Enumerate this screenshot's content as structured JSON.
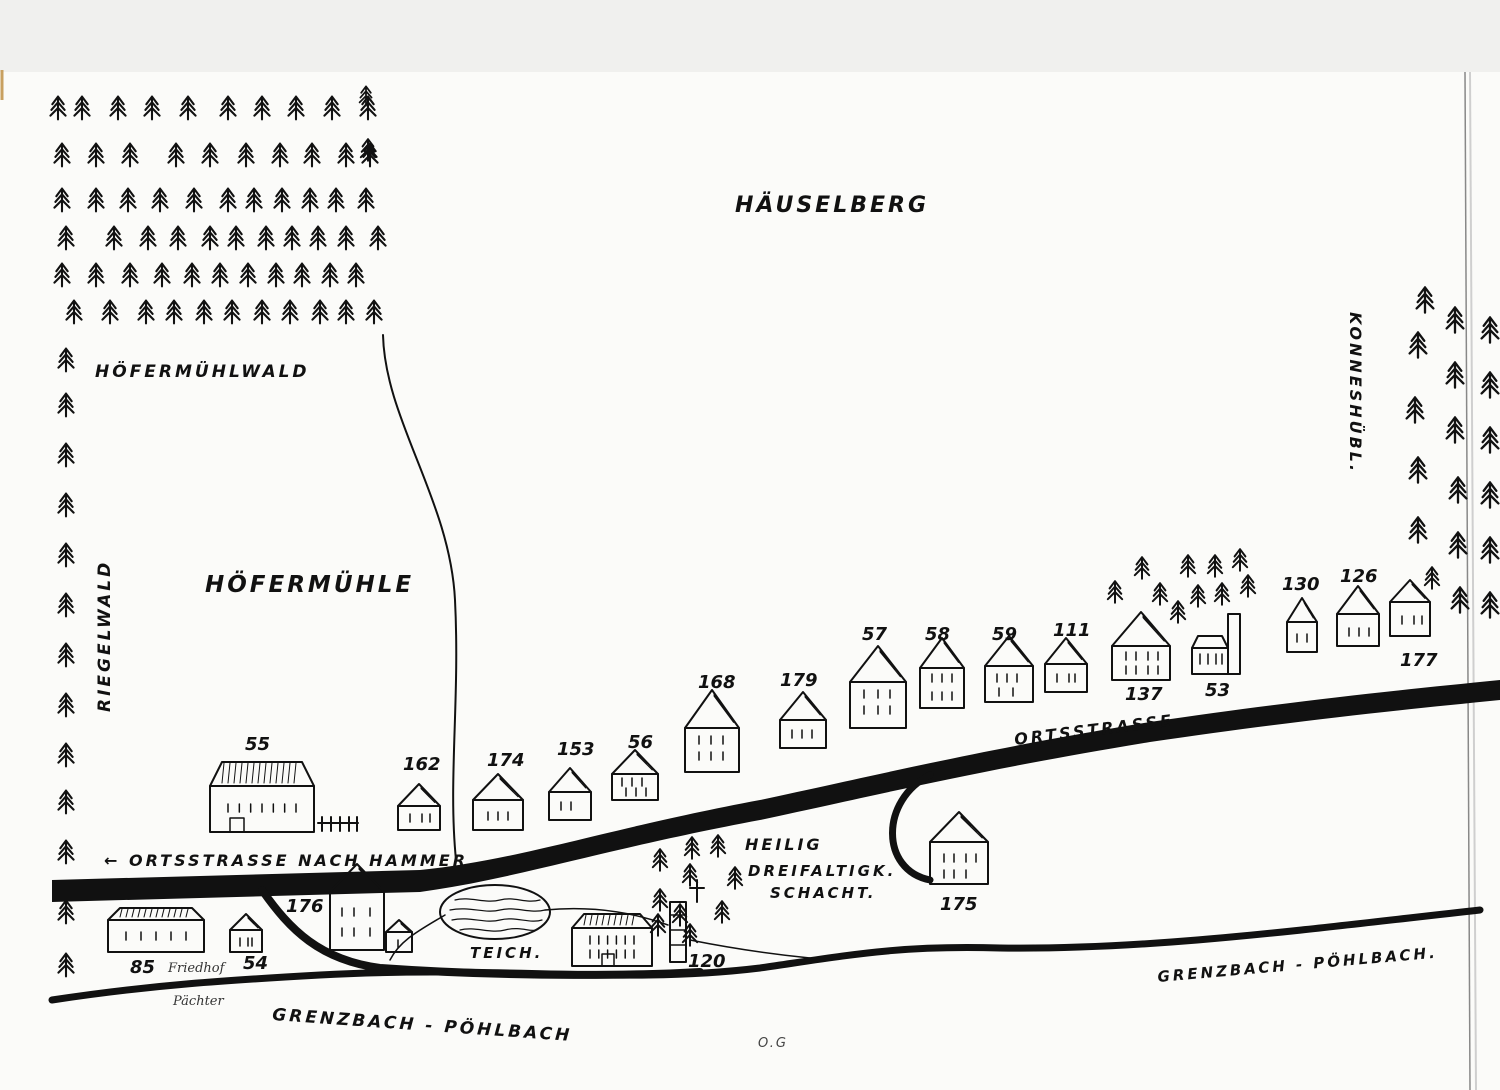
{
  "labels": {
    "hill": "HÄUSELBERG",
    "forest_north": "HÖFERMÜHLWALD",
    "settlement": "HÖFERMÜHLE",
    "forest_west": "RIEGELWALD",
    "forest_east": "KONNESHÜBL.",
    "road_main": "ORTSSTRASSE",
    "road_west": "← ORTSSTRASSE NACH HAMMER",
    "pond": "TEICH.",
    "mine_1": "HEILIG",
    "mine_2": "DREIFALTIGK.",
    "mine_3": "SCHACHT.",
    "stream_south": "GRENZBACH - PÖHLBACH",
    "stream_east": "GRENZBACH - PÖHLBACH.",
    "handwritten_1": "Friedhof",
    "handwritten_2": "Pächter",
    "signature": "O.G"
  },
  "houses": {
    "h55": "55",
    "h162": "162",
    "h174": "174",
    "h153": "153",
    "h56": "56",
    "h168": "168",
    "h179": "179",
    "h57": "57",
    "h58": "58",
    "h59": "59",
    "h111": "111",
    "h137": "137",
    "h53": "53",
    "h130": "130",
    "h126": "126",
    "h177": "177",
    "h176": "176",
    "h85": "85",
    "h54": "54",
    "h120": "120",
    "h175": "175"
  }
}
